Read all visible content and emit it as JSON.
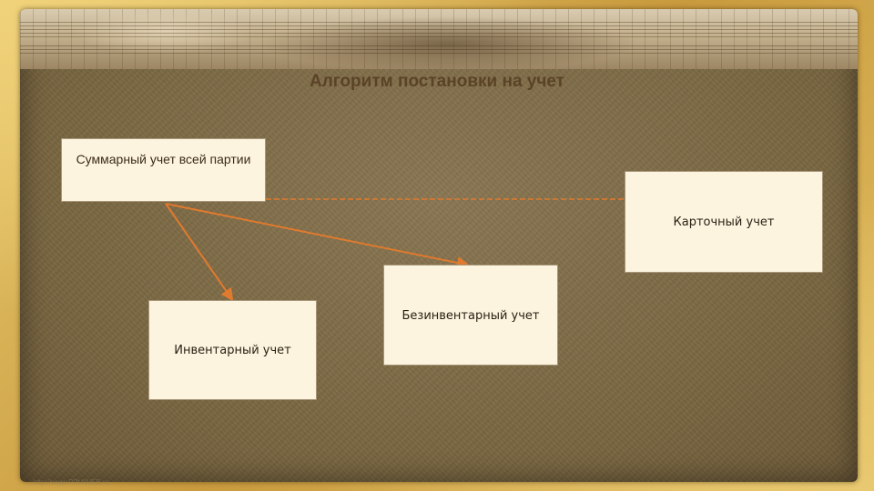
{
  "slide": {
    "title": "Алгоритм постановки на учет",
    "footer_url": "http://www.PPt4WEB.ru"
  },
  "nodes": {
    "summary": "Суммарный учет всей партии",
    "card": "Карточный учет",
    "no_inventory": "Безинвентарный учет",
    "inventory": "Инвентарный учет"
  },
  "colors": {
    "arrow": "#e07a2e",
    "box_fill": "#fdf4df",
    "title": "#5a4326"
  }
}
